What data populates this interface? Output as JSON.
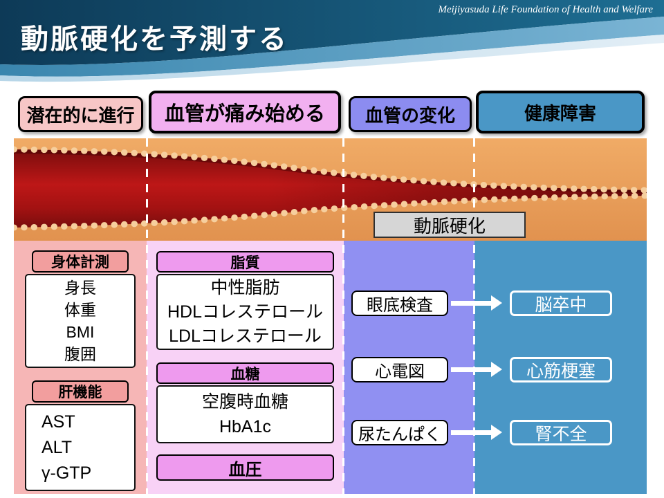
{
  "header": {
    "title": "動脈硬化を予測する",
    "org": "Meijiyasuda Life  Foundation of Health and Welfare"
  },
  "stages": [
    {
      "label": "潜在的に進行",
      "color": "#f7c6c6"
    },
    {
      "label": "血管が痛み始める",
      "color": "#f2b0f0"
    },
    {
      "label": "血管の変化",
      "color": "#8c8cf0"
    },
    {
      "label": "健康障害",
      "color": "#4a97c6"
    }
  ],
  "vessel": {
    "label": "動脈硬化"
  },
  "columns": {
    "latent": {
      "groups": [
        {
          "title": "身体計測",
          "items": [
            "身長",
            "体重",
            "BMI",
            "腹囲"
          ]
        },
        {
          "title": "肝機能",
          "items": [
            "AST",
            "ALT",
            "γ-GTP"
          ]
        }
      ]
    },
    "damage": {
      "groups": [
        {
          "title": "脂質",
          "items": [
            "中性脂肪",
            "HDLコレステロール",
            "LDLコレステロール"
          ]
        },
        {
          "title": "血糖",
          "items": [
            "空腹時血糖",
            "HbA1c"
          ]
        },
        {
          "title": "血圧",
          "items": []
        }
      ]
    },
    "change": {
      "tests": [
        "眼底検査",
        "心電図",
        "尿たんぱく"
      ]
    },
    "outcome": {
      "results": [
        "脳卒中",
        "心筋梗塞",
        "腎不全"
      ]
    }
  },
  "palette": {
    "header_dark": "#0d3a57",
    "header_mid": "#3a86ae",
    "vessel_wall": "#e9a05c",
    "vessel_lumen": "#b01414",
    "label_gray": "#d6d6d6"
  }
}
